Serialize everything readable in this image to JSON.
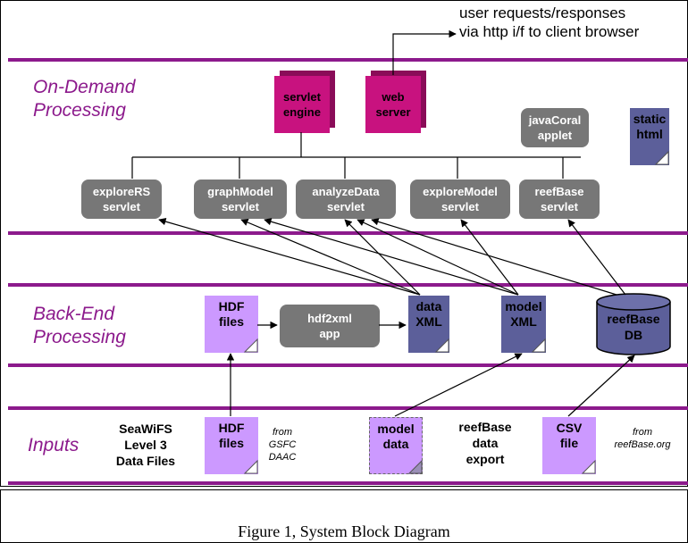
{
  "user_note": "user requests/responses\nvia http i/f to client browser",
  "bands": {
    "on_demand": "On-Demand\nProcessing",
    "back_end": "Back-End\nProcessing",
    "inputs": "Inputs"
  },
  "on_demand": {
    "servlet_engine": "servlet\nengine",
    "web_server": "web\nserver",
    "javacoral_applet": "javaCoral\napplet",
    "static_html": "static\nhtml",
    "servlets": [
      "exploreRS\nservlet",
      "graphModel\nservlet",
      "analyzeData\nservlet",
      "exploreModel\nservlet",
      "reefBase\nservlet"
    ]
  },
  "back_end": {
    "hdf_files": "HDF\nfiles",
    "hdf2xml_app": "hdf2xml\napp",
    "data_xml": "data\nXML",
    "model_xml": "model\nXML",
    "reefbase_db": "reefBase\nDB"
  },
  "inputs": {
    "seawifs": "SeaWiFS\nLevel 3\nData Files",
    "hdf_files": "HDF\nfiles",
    "from_gsfc": "from\nGSFC\nDAAC",
    "model_data": "model\ndata",
    "reefbase_export": "reefBase\ndata\nexport",
    "csv_file": "CSV\nfile",
    "from_reefbase": "from\nreefBase.org"
  },
  "caption": "Figure 1, System Block Diagram",
  "colors": {
    "band_border": "#8c1a8c",
    "servlet_box": "#777777",
    "engine_box": "#c8127f",
    "xml_doc": "#5c5f9a",
    "hdf_doc": "#cc99ff"
  }
}
